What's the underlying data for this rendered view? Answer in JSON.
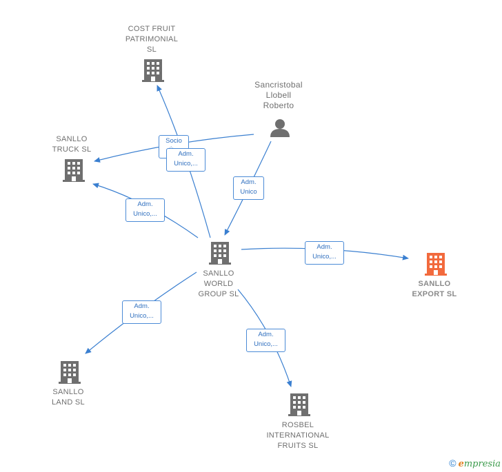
{
  "nodes": {
    "cost_fruit": {
      "label": "COST FRUIT\nPATRIMONIAL\nSL",
      "icon": "building-icon"
    },
    "person": {
      "label": "Sancristobal\nLlobell\nRoberto",
      "icon": "person-icon"
    },
    "truck": {
      "label": "SANLLO\nTRUCK  SL",
      "icon": "building-icon"
    },
    "world": {
      "label": "SANLLO\nWORLD\nGROUP  SL",
      "icon": "building-icon"
    },
    "export": {
      "label": "SANLLO\nEXPORT  SL",
      "icon": "building-icon"
    },
    "land": {
      "label": "SANLLO\nLAND  SL",
      "icon": "building-icon"
    },
    "rosbel": {
      "label": "ROSBEL\nINTERNATIONAL\nFRUITS  SL",
      "icon": "building-icon"
    }
  },
  "edges": {
    "socio": "Socio\nÚ...",
    "world_cost": "Adm.\nUnico,...",
    "person_world": "Adm.\nUnico",
    "world_truck": "Adm.\nUnico,...",
    "world_export": "Adm.\nUnico,...",
    "world_land": "Adm.\nUnico,...",
    "world_rosbel": "Adm.\nUnico,..."
  },
  "colors": {
    "node_gray": "#6f6f6f",
    "node_highlight": "#f26a3d",
    "edge_blue": "#3a7fd0"
  },
  "footer": {
    "copyright": "©",
    "brand_initial": "e",
    "brand_rest": "mpresia"
  }
}
